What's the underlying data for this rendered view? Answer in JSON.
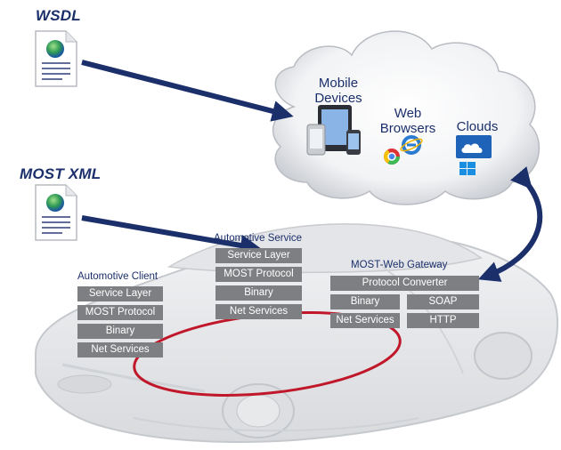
{
  "inputs": {
    "wsdl_label": "WSDL",
    "most_xml_label": "MOST XML"
  },
  "cloud": {
    "mobile_label_line1": "Mobile",
    "mobile_label_line2": "Devices",
    "web_label_line1": "Web",
    "web_label_line2": "Browsers",
    "clouds_label": "Clouds"
  },
  "automotive_client": {
    "title": "Automotive Client",
    "layers": [
      "Service Layer",
      "MOST Protocol",
      "Binary",
      "Net Services"
    ]
  },
  "automotive_service": {
    "title": "Automotive Service",
    "layers": [
      "Service Layer",
      "MOST Protocol",
      "Binary",
      "Net Services"
    ]
  },
  "gateway": {
    "title": "MOST-Web Gateway",
    "converter": "Protocol Converter",
    "left_layers": [
      "Binary",
      "Net Services"
    ],
    "right_layers": [
      "SOAP",
      "HTTP"
    ]
  },
  "colors": {
    "navy": "#1b2f6b",
    "layer_gray": "#7d7f82",
    "ring_red": "#c0182a"
  },
  "icons": [
    "document-globe-icon",
    "tablet-phone-icon",
    "chrome-icon",
    "ie-icon",
    "windows-cloud-icon"
  ]
}
